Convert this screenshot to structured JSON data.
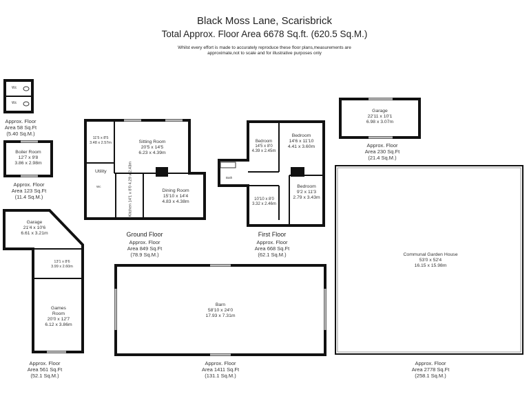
{
  "header": {
    "title": "Black Moss Lane, Scarisbrick",
    "total_area": "Total Approx. Floor Area 6678 Sq.ft. (620.5 Sq.M.)",
    "disclaimer": "Whilst every effort is made to accurately reproduce these floor plans,measurements are approximate,not to scale and for illustrative purposes only"
  },
  "wc_block": {
    "rooms": [
      "Wc",
      "Wc"
    ],
    "area": [
      "Approx. Floor",
      "Area 58 Sq.Ft",
      "(5.40 Sq.M.)"
    ]
  },
  "boiler": {
    "name": "Boiler Room",
    "imperial": "12'7 x 9'8",
    "metric": "3.86 x 2.98m",
    "area": [
      "Approx. Floor",
      "Area 123 Sq.Ft",
      "(11.4 Sq.M.)"
    ]
  },
  "garage_games": {
    "garage": {
      "name": "Garage",
      "imperial": "21'4 x 10'6",
      "metric": "6.61 x 3.21m"
    },
    "store": {
      "imperial": "13'1 x 8'6",
      "metric": "3.99 x 2.60m"
    },
    "games": {
      "name1": "Games",
      "name2": "Room",
      "imperial": "20'0 x 12'7",
      "metric": "6.12 x 3.86m"
    },
    "area": [
      "Approx. Floor",
      "Area 561 Sq.Ft",
      "(52.1 Sq.M.)"
    ]
  },
  "ground_floor": {
    "label": "Ground Floor",
    "porch": {
      "imperial": "11'5 x 8'5",
      "metric": "3.48 x 2.57m"
    },
    "sitting": {
      "name": "Sitting Room",
      "imperial": "20'5 x 14'5",
      "metric": "6.23 x 4.39m"
    },
    "utility": "Utility",
    "wc": "Wc",
    "kitchen": {
      "name": "Kitchen",
      "imperial": "14'1 x 8'0",
      "metric": "4.29 x 2.43m"
    },
    "dining": {
      "name": "Dining Room",
      "imperial": "15'10 x 14'4",
      "metric": "4.83 x 4.38m"
    },
    "area": [
      "Approx. Floor",
      "Area 849 Sq.Ft",
      "(78.9 Sq.M.)"
    ]
  },
  "first_floor": {
    "label": "First Floor",
    "bed1": {
      "name": "Bedroom",
      "imperial": "14'5 x 8'0",
      "metric": "4.39 x 2.45m"
    },
    "bed2": {
      "name": "Bedroom",
      "imperial": "14'6 x 11'10",
      "metric": "4.41 x 3.60m"
    },
    "bed3": {
      "name": "Bedroom",
      "imperial": "9'2 x 11'3",
      "metric": "2.79 x 3.43m"
    },
    "bath": "Bath",
    "room": {
      "imperial": "10'10 x 8'0",
      "metric": "3.32 x 2.46m"
    },
    "area": [
      "Approx. Floor",
      "Area 668 Sq.Ft",
      "(62.1 Sq.M.)"
    ]
  },
  "garage_right": {
    "name": "Garage",
    "imperial": "22'11 x 10'1",
    "metric": "6.98 x 3.07m",
    "area": [
      "Approx. Floor",
      "Area 230 Sq.Ft",
      "(21.4 Sq.M.)"
    ]
  },
  "barn": {
    "name": "Barn",
    "imperial": "58'10 x 24'0",
    "metric": "17.93 x 7.31m",
    "area": [
      "Approx. Floor",
      "Area 1411 Sq.Ft",
      "(131.1 Sq.M.)"
    ]
  },
  "garden_house": {
    "name": "Communal Garden House",
    "imperial": "53'0 x 52'4",
    "metric": "16.15 x 15.98m",
    "area": [
      "Approx. Floor",
      "Area 2778 Sq.Ft",
      "(258.1 Sq.M.)"
    ]
  }
}
